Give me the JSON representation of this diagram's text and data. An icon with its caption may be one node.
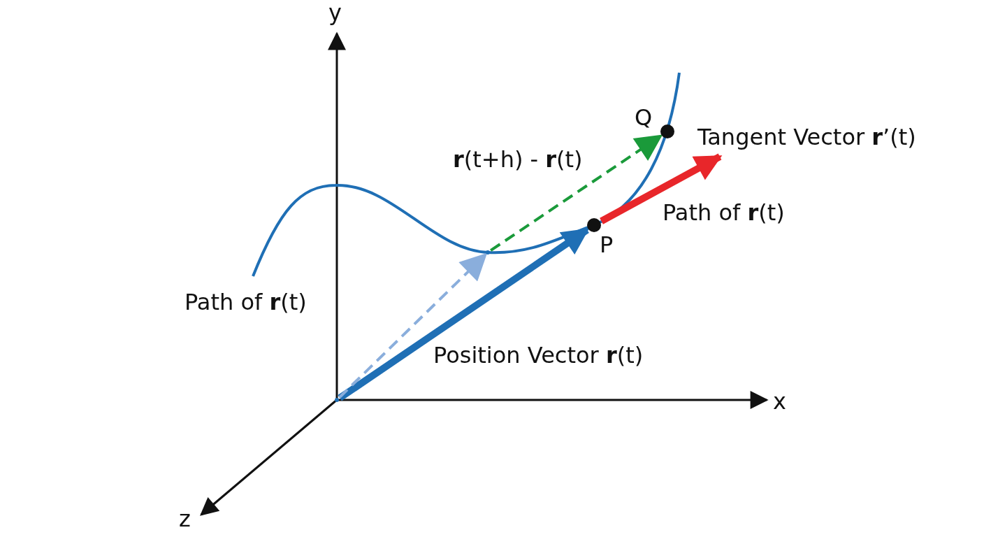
{
  "diagram": {
    "nodes": [
      {
        "text": [],
        "shape": "circle",
        "beside": [
          "P"
        ]
      },
      {
        "text": [],
        "shape": "circle",
        "beside": [
          "Q"
        ]
      },
      {
        "text": [],
        "shape": "point"
      },
      {
        "text": [],
        "shape": "point"
      }
    ],
    "edges": [
      {
        "from": 3,
        "to": 0,
        "arrow": "to",
        "label": "Position Vector **r**(t)",
        "style": "thick",
        "color": "#1f6fb5"
      },
      {
        "from": 3,
        "to": 2,
        "arrow": "to",
        "style": "dashed",
        "color": "#8aaedc"
      },
      {
        "from": 2,
        "to": 1,
        "arrow": "to",
        "label": "**r**(t+h) - **r**(t)",
        "style": "dashed",
        "color": "#1a9a3a"
      },
      {
        "from": 0,
        "to": null,
        "arrow": "to",
        "label": "Tangent Vector **r**’(t)",
        "style": "thick",
        "color": "#e8262a"
      }
    ],
    "labels": [
      "y",
      "Path of **r**(t)",
      "Path of **r**(t)",
      "x",
      "z"
    ]
  }
}
